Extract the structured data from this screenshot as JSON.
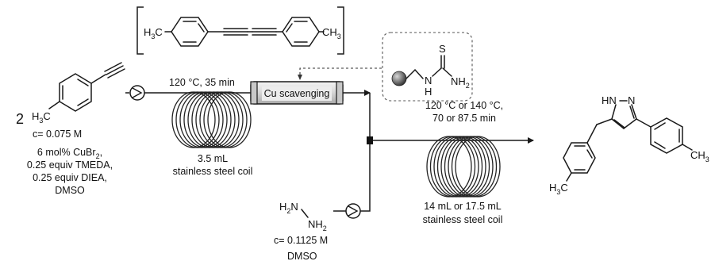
{
  "start_material": {
    "equiv": "2",
    "methyl_label": "H",
    "methyl_sub": "3",
    "methyl_c": "C",
    "concentration": "c= 0.075 M",
    "conditions": [
      "6 mol% CuBr",
      "0.25  equiv TMEDA,",
      "0.25 equiv DIEA,",
      "DMSO"
    ],
    "cubr_sub": "2",
    "cubr_tail": ","
  },
  "byproduct": {
    "left_h": "H",
    "left_sub": "3",
    "left_c": "C",
    "right_c": "CH",
    "right_sub": "3"
  },
  "reactor1": {
    "conditions": "120 °C, 35 min",
    "volume": "3.5 mL",
    "material": "stainless steel coil"
  },
  "scavenger": {
    "label": "Cu scavenging",
    "nh": "H",
    "n": "N",
    "s": "S",
    "nh2": "NH",
    "nh2_sub": "2"
  },
  "hydrazine": {
    "h2n_h": "H",
    "h2n_sub": "2",
    "h2n_n": "N",
    "nh2": "NH",
    "nh2_sub": "2",
    "concentration": "c= 0.1125 M",
    "solvent": "DMSO"
  },
  "reactor2": {
    "conditions_line1": "120 °C or 140 °C,",
    "conditions_line2": "70 or 87.5 min",
    "volume": "14 mL or 17.5 mL",
    "material": "stainless steel coil"
  },
  "product": {
    "hn": "HN",
    "n": "N",
    "left_h": "H",
    "left_sub": "3",
    "left_c": "C",
    "right_c": "CH",
    "right_sub": "3"
  }
}
